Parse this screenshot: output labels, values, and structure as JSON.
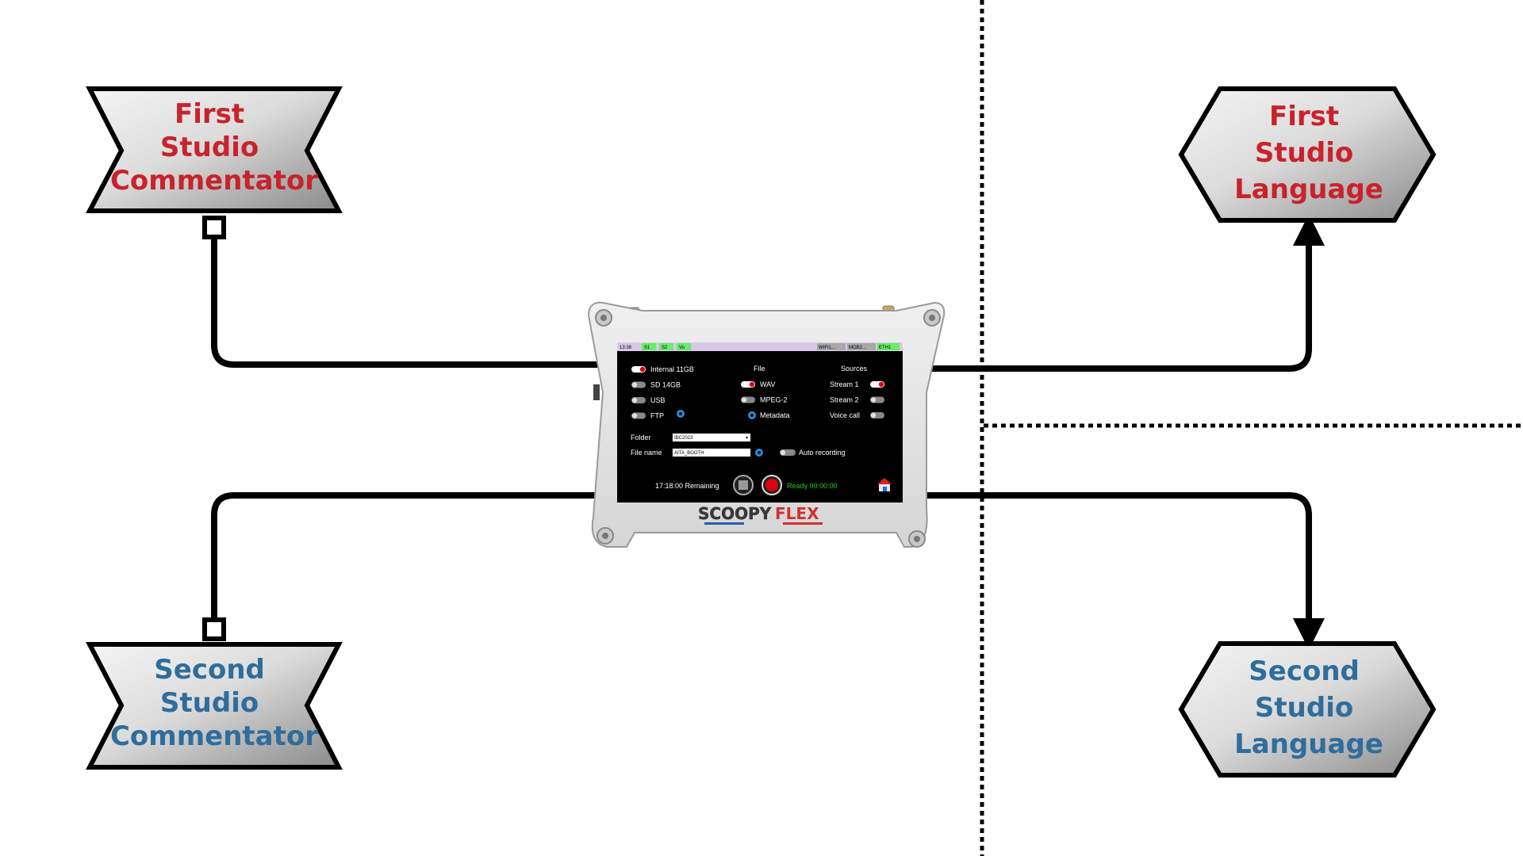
{
  "colors": {
    "commentator_first": "#c8232c",
    "commentator_second": "#2f6d9c",
    "connector": "#000000",
    "node_fill_light": "#f2f2f2",
    "node_fill_dark": "#8c8c8c"
  },
  "nodes": {
    "first_commentator": {
      "lines": [
        "First",
        "Studio",
        "Commentator"
      ]
    },
    "second_commentator": {
      "lines": [
        "Second",
        "Studio",
        "Commentator"
      ]
    },
    "first_language": {
      "lines": [
        "First",
        "Studio",
        "Language"
      ]
    },
    "second_language": {
      "lines": [
        "Second",
        "Studio",
        "Language"
      ]
    }
  },
  "device": {
    "brand_left": "SCOOPY",
    "brand_right": "FLEX",
    "statusbar": {
      "time": "13:38",
      "tags_left": [
        "S1",
        "S2",
        "Vo"
      ],
      "tags_right": [
        "WIFI1...",
        "MOB2...",
        "ETH1"
      ]
    },
    "storage": [
      {
        "label": "Internal 11GB",
        "on": true
      },
      {
        "label": "SD 14GB",
        "on": false
      },
      {
        "label": "USB",
        "on": false
      },
      {
        "label": "FTP",
        "on": false
      }
    ],
    "file": {
      "header": "File",
      "items": [
        {
          "label": "WAV",
          "on": true
        },
        {
          "label": "MPEG-2",
          "on": false
        },
        {
          "label": "Metadata",
          "on": false
        }
      ]
    },
    "sources": {
      "header": "Sources",
      "items": [
        {
          "label": "Stream 1",
          "on": true
        },
        {
          "label": "Stream 2",
          "on": false
        },
        {
          "label": "Voice call",
          "on": false
        }
      ]
    },
    "folder_label": "Folder",
    "folder_value": "IBC2023",
    "filename_label": "File name",
    "filename_value": "AITA_BOOTH",
    "auto_recording": "Auto recording",
    "remaining": "17:18:00 Remaining",
    "ready_status": "Ready 00:00:00"
  }
}
